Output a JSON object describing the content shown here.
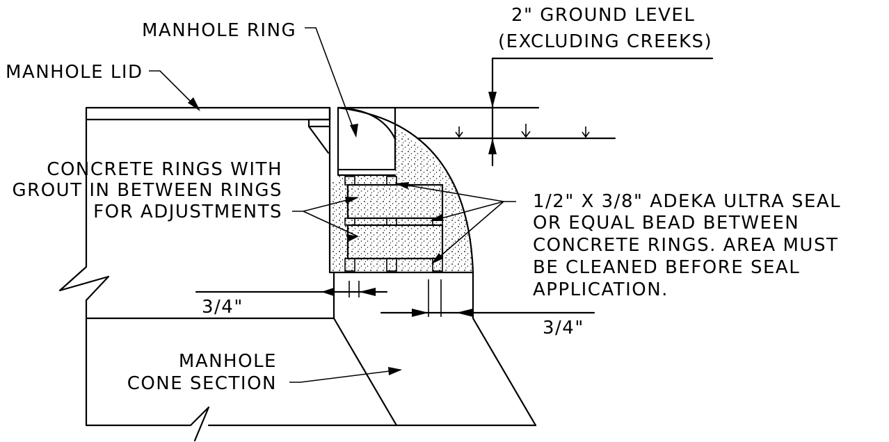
{
  "labels": {
    "ground_level_line1": "2\" GROUND LEVEL",
    "ground_level_line2": "(EXCLUDING CREEKS)",
    "manhole_ring": "MANHOLE RING",
    "manhole_lid": "MANHOLE LID",
    "concrete_rings_line1": "CONCRETE RINGS WITH",
    "concrete_rings_line2": "GROUT IN BETWEEN RINGS",
    "concrete_rings_line3": "FOR ADJUSTMENTS",
    "seal_line1": "1/2\" X 3/8\" ADEKA ULTRA SEAL",
    "seal_line2": "OR EQUAL BEAD BETWEEN",
    "seal_line3": "CONCRETE RINGS.  AREA MUST",
    "seal_line4": "BE CLEANED BEFORE SEAL",
    "seal_line5": "APPLICATION.",
    "dim_left": "3/4\"",
    "dim_right": "3/4\"",
    "cone_line1": "MANHOLE",
    "cone_line2": "CONE SECTION"
  },
  "colors": {
    "ink": "#000000",
    "background": "#ffffff",
    "grout_fill": "#ffffff"
  }
}
